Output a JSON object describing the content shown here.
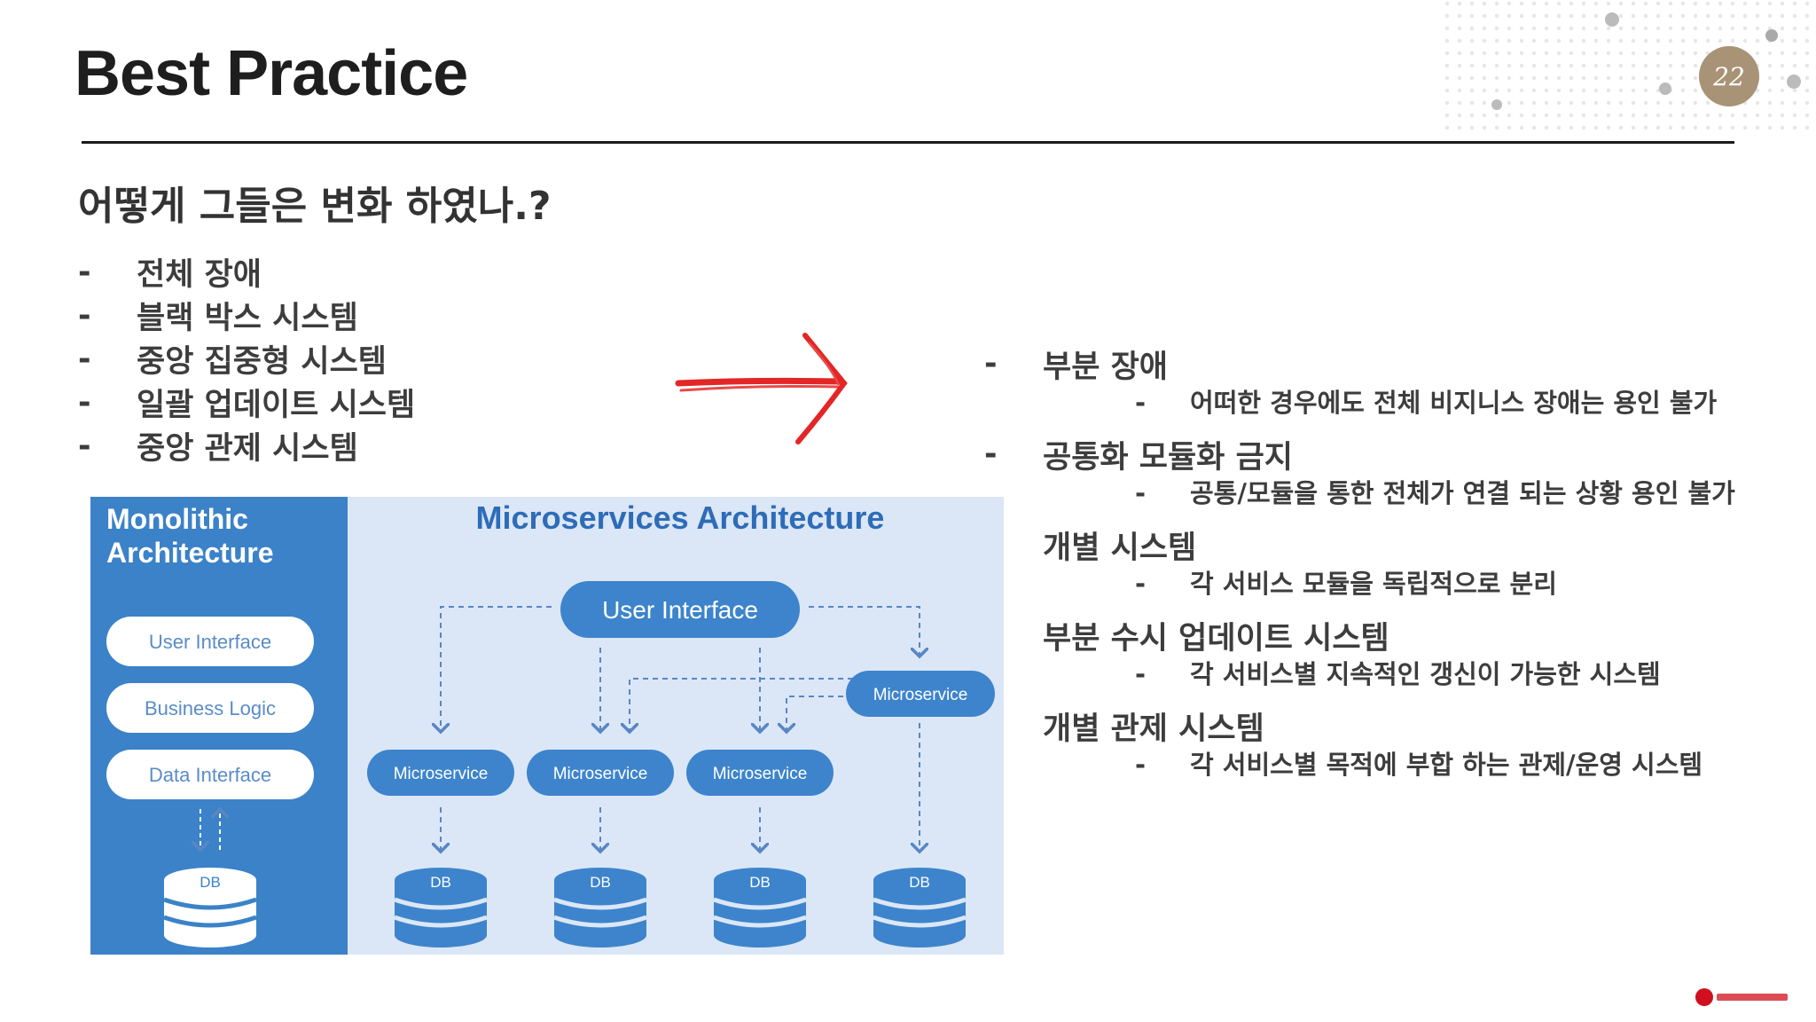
{
  "title": "Best Practice",
  "subtitle": "어떻게 그들은 변화 하였나.?",
  "left_items": [
    {
      "dash": "-",
      "label": "전체 장애"
    },
    {
      "dash": "-",
      "label": "블랙 박스 시스템"
    },
    {
      "dash": "-",
      "label": "중앙 집중형 시스템"
    },
    {
      "dash": "-",
      "label": "일괄 업데이트 시스템"
    },
    {
      "dash": "-",
      "label": "중앙 관제 시스템"
    }
  ],
  "right_items": [
    {
      "dash": "-",
      "label": "부분 장애",
      "sub_dash": "-",
      "sub": "어떠한 경우에도  전체 비지니스 장애는 용인 불가"
    },
    {
      "dash": "-",
      "label": "공통화 모듈화 금지",
      "sub_dash": "-",
      "sub": "공통/모듈을 통한 전체가 연결 되는 상황 용인 불가"
    },
    {
      "dash": "-",
      "label": "개별 시스템",
      "sub_dash": "-",
      "sub": "각 서비스 모듈을 독립적으로 분리"
    },
    {
      "dash": "-",
      "label": "부분 수시 업데이트 시스템",
      "sub_dash": "-",
      "sub": "각 서비스별 지속적인 갱신이 가능한 시스템"
    },
    {
      "dash": "-",
      "label": "개별 관제 시스템",
      "sub_dash": "-",
      "sub": "각 서비스별 목적에 부합 하는 관제/운영 시스템"
    }
  ],
  "diagram": {
    "mono_title_1": "Monolithic",
    "mono_title_2": "Architecture",
    "mono_layers": [
      "User Interface",
      "Business Logic",
      "Data Interface"
    ],
    "db_label": "DB",
    "micro_title": "Microservices Architecture",
    "ui_label": "User Interface",
    "service_label": "Microservice"
  },
  "colors": {
    "mono_bg": "#3b82c8",
    "micro_bg": "#dbe7f6",
    "pill_blue": "#3d84cc",
    "title_blue": "#2f6cb8",
    "arrow_red": "#e32626"
  },
  "icons": [
    "red-arrow-icon",
    "database-icon",
    "decor-pattern-icon",
    "logo-icon"
  ]
}
